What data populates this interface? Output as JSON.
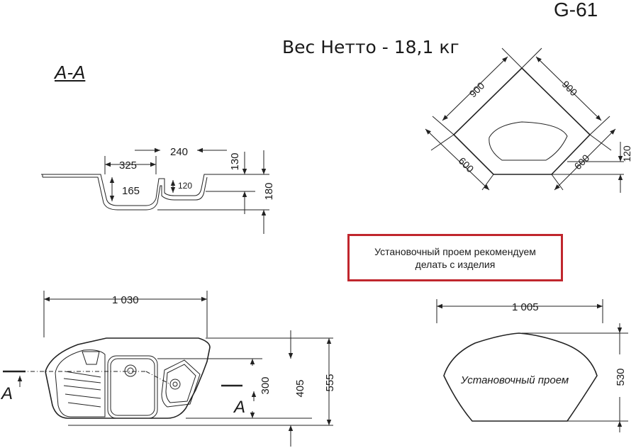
{
  "header": {
    "model": "G-61",
    "weight": "Вес Нетто - 18,1 кг",
    "section_title": "А-А"
  },
  "top_view": {
    "side_left": "900",
    "side_right": "900",
    "short_left": "600",
    "short_right": "600",
    "depth_right": "120"
  },
  "section": {
    "width_left": "325",
    "width_right": "240",
    "top_offset": "130",
    "depth_bowl": "165",
    "depth_small": "120",
    "depth_total": "180"
  },
  "note": {
    "line1": "Установочный проем рекомендуем",
    "line2": "делать с изделия"
  },
  "plan_view": {
    "width": "1 030",
    "depth_bowl": "300",
    "depth_mid": "405",
    "depth_total": "555",
    "section_mark_left": "А",
    "section_mark_right": "А"
  },
  "cutout": {
    "width": "1 005",
    "height": "530",
    "label": "Установочный проем"
  }
}
